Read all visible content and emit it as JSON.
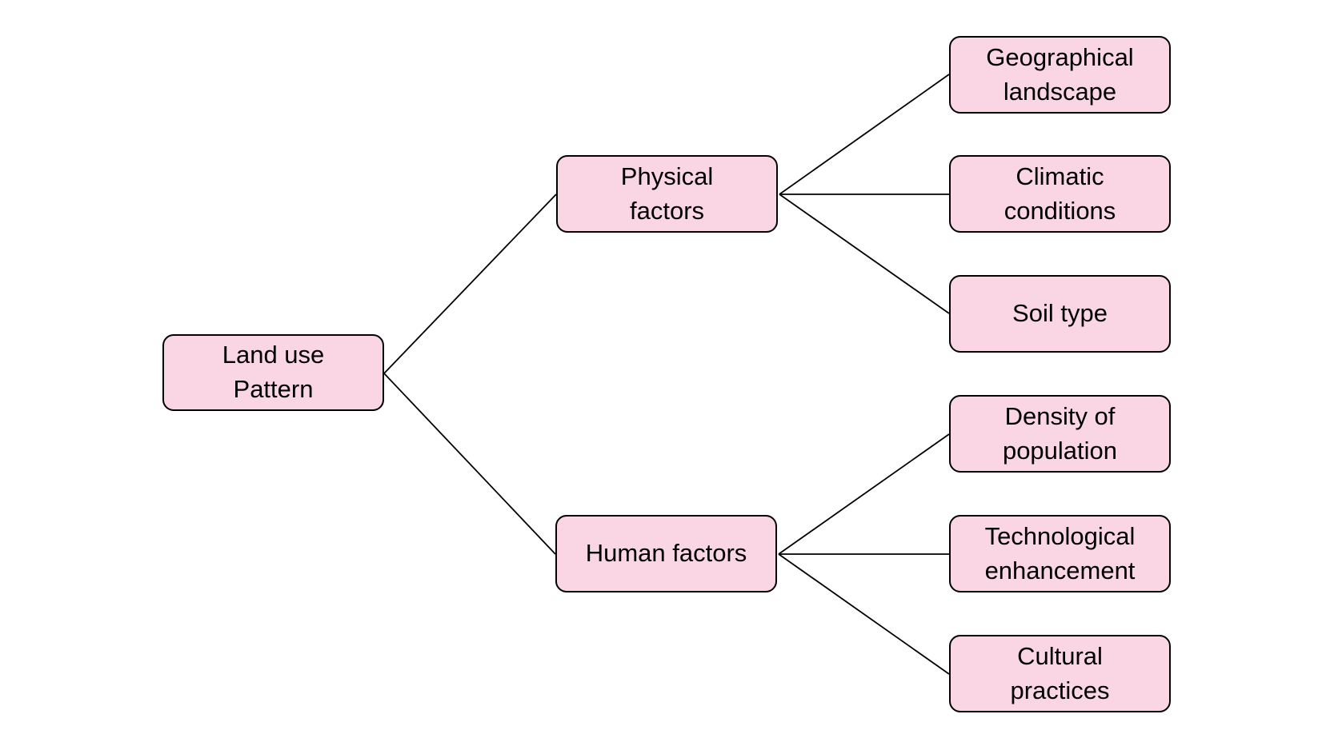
{
  "diagram": {
    "type": "tree",
    "root": {
      "id": "land-use-pattern",
      "label": "Land use Pattern"
    },
    "branches": [
      {
        "id": "physical-factors",
        "label": "Physical factors",
        "children": [
          {
            "id": "geographical-landscape",
            "label": "Geographical landscape"
          },
          {
            "id": "climatic-conditions",
            "label": "Climatic conditions"
          },
          {
            "id": "soil-type",
            "label": "Soil type"
          }
        ]
      },
      {
        "id": "human-factors",
        "label": "Human factors",
        "children": [
          {
            "id": "density-of-population",
            "label": "Density of population"
          },
          {
            "id": "technological-enhancement",
            "label": "Technological enhancement"
          },
          {
            "id": "cultural-practices",
            "label": "Cultural practices"
          }
        ]
      }
    ],
    "colors": {
      "node_fill": "#FAD6E4",
      "node_border": "#000000",
      "connector": "#000000",
      "text": "#000000",
      "background": "#FFFFFF"
    }
  }
}
